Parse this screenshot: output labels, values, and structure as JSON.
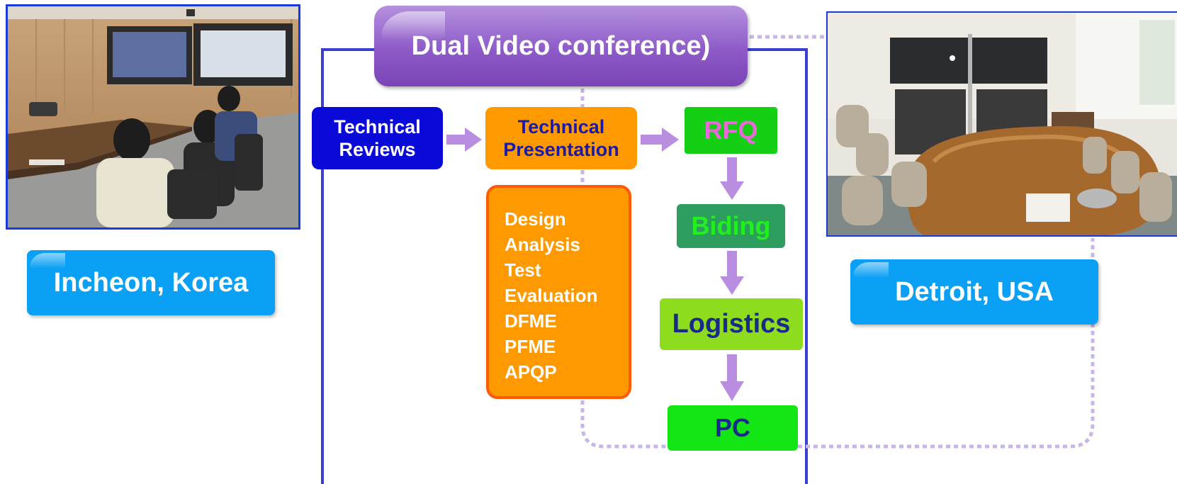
{
  "title": "Dual Video conference)",
  "locations": {
    "left": "Incheon, Korea",
    "right": "Detroit, USA"
  },
  "flow": {
    "technical_reviews": [
      "Technical",
      "Reviews"
    ],
    "technical_presentation": [
      "Technical",
      "Presentation"
    ],
    "rfq": "RFQ",
    "biding": "Biding",
    "logistics": "Logistics",
    "pc": "PC"
  },
  "activities": [
    "Design",
    "Analysis",
    "Test",
    "Evaluation",
    "DFME",
    "PFME",
    "APQP"
  ],
  "colors": {
    "border_blue": "#1a3bd6",
    "arrow_purple": "#b98ee0",
    "dotted_lavender": "#c9b6e8",
    "rfq_green": "#14cf14",
    "biding_green": "#2e9e5e",
    "logistics_green": "#8edc1e",
    "pc_green": "#14e514",
    "orange": "#ff9900"
  }
}
